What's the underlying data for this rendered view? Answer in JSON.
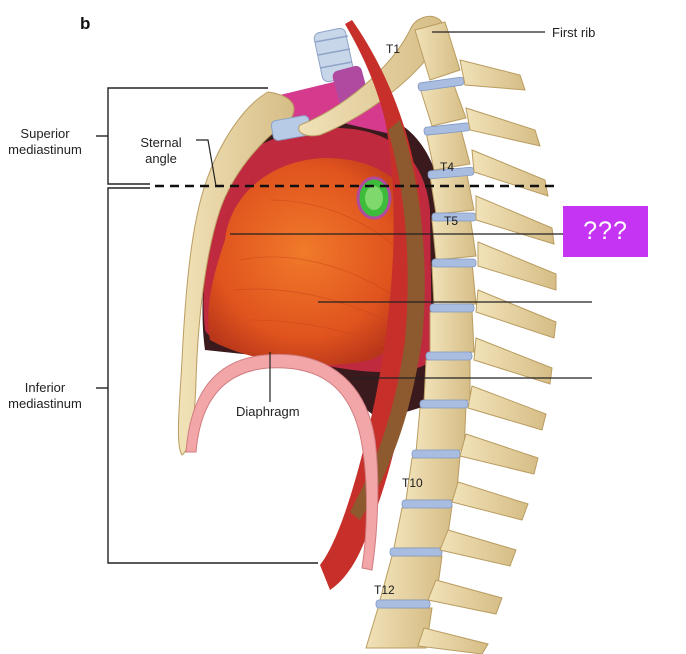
{
  "figure": {
    "panel_letter": "b",
    "labels": {
      "first_rib": "First rib",
      "superior_mediastinum": [
        "Superior",
        "mediastinum"
      ],
      "sternal_angle": [
        "Sternal",
        "angle"
      ],
      "inferior_mediastinum": [
        "Inferior",
        "mediastinum"
      ],
      "diaphragm": "Diaphragm"
    },
    "vertebra_labels": {
      "t1": "T1",
      "t4": "T4",
      "t5": "T5",
      "t10": "T10",
      "t12": "T12"
    },
    "hidden_label": "???",
    "colors": {
      "bone": "#e6d3a4",
      "bone_shade": "#c9b07a",
      "disc": "#a9bde0",
      "heart": "#e0531e",
      "pericardium_outer": "#c02a3e",
      "trachea_vessels": "#d63a8c",
      "aorta": "#c7302a",
      "esophagus": "#8c5a2e",
      "diaphragm": "#f2a6a8",
      "green_vessel": "#3dbb3a",
      "mystery_box": "#c534f2"
    }
  }
}
